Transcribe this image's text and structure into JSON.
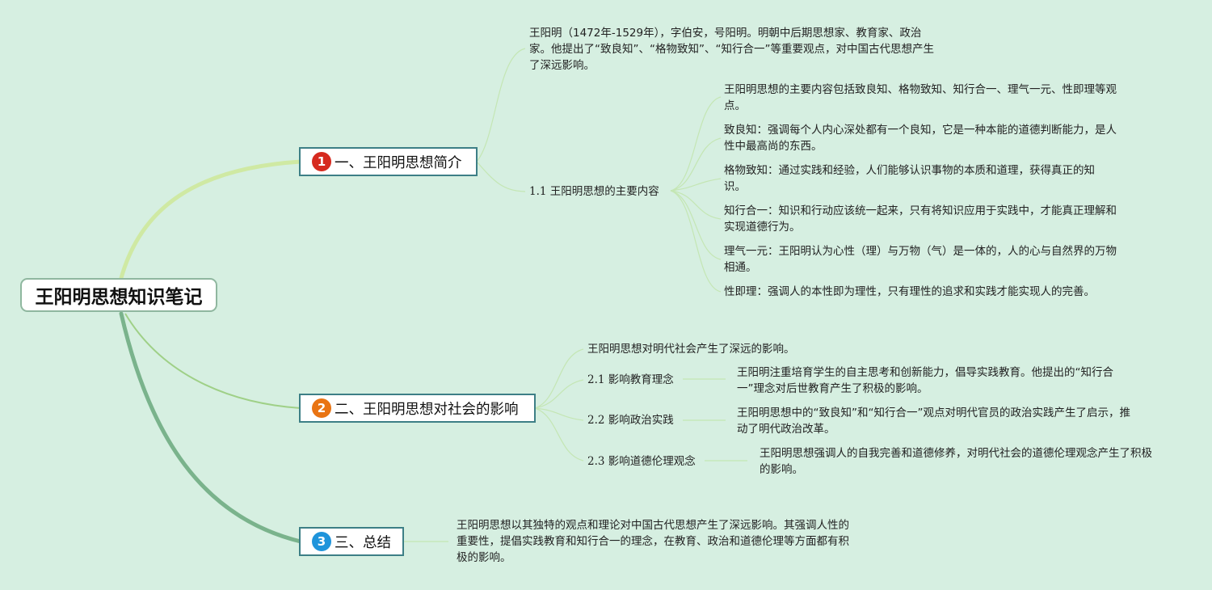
{
  "root": {
    "title": "王阳明思想知识笔记"
  },
  "topics": [
    {
      "number": "1",
      "title": "一、王阳明思想简介"
    },
    {
      "number": "2",
      "title": "二、王阳明思想对社会的影响"
    },
    {
      "number": "3",
      "title": "三、总结"
    }
  ],
  "intro": {
    "summary": "王阳明（1472年-1529年），字伯安，号阳明。明朝中后期思想家、教育家、政治家。他提出了“致良知”、“格物致知”、“知行合一”等重要观点，对中国古代思想产生了深远影响。",
    "content_label": "1.1 王阳明思想的主要内容",
    "content_items": [
      "王阳明思想的主要内容包括致良知、格物致知、知行合一、理气一元、性即理等观点。",
      "致良知：强调每个人内心深处都有一个良知，它是一种本能的道德判断能力，是人性中最高尚的东西。",
      "格物致知：通过实践和经验，人们能够认识事物的本质和道理，获得真正的知识。",
      "知行合一：知识和行动应该统一起来，只有将知识应用于实践中，才能真正理解和实现道德行为。",
      "理气一元：王阳明认为心性（理）与万物（气）是一体的，人的心与自然界的万物相通。",
      "性即理：强调人的本性即为理性，只有理性的追求和实践才能实现人的完善。"
    ]
  },
  "influence": {
    "summary": "王阳明思想对明代社会产生了深远的影响。",
    "items": [
      {
        "label": "2.1 影响教育理念",
        "text": "王阳明注重培育学生的自主思考和创新能力，倡导实践教育。他提出的“知行合一”理念对后世教育产生了积极的影响。"
      },
      {
        "label": "2.2 影响政治实践",
        "text": "王阳明思想中的“致良知”和“知行合一”观点对明代官员的政治实践产生了启示，推动了明代政治改革。"
      },
      {
        "label": "2.3 影响道德伦理观念",
        "text": "王阳明思想强调人的自我完善和道德修养，对明代社会的道德伦理观念产生了积极的影响。"
      }
    ]
  },
  "conclusion": {
    "text": "王阳明思想以其独特的观点和理论对中国古代思想产生了深远影响。其强调人性的重要性，提倡实践教育和知行合一的理念，在教育、政治和道德伦理等方面都有积极的影响。"
  },
  "colors": {
    "background": "#d6efe1",
    "branch_1": "#cfe9a3",
    "branch_2": "#9fd087",
    "branch_3": "#7ab38c",
    "topic_border": "#3d7f86"
  }
}
